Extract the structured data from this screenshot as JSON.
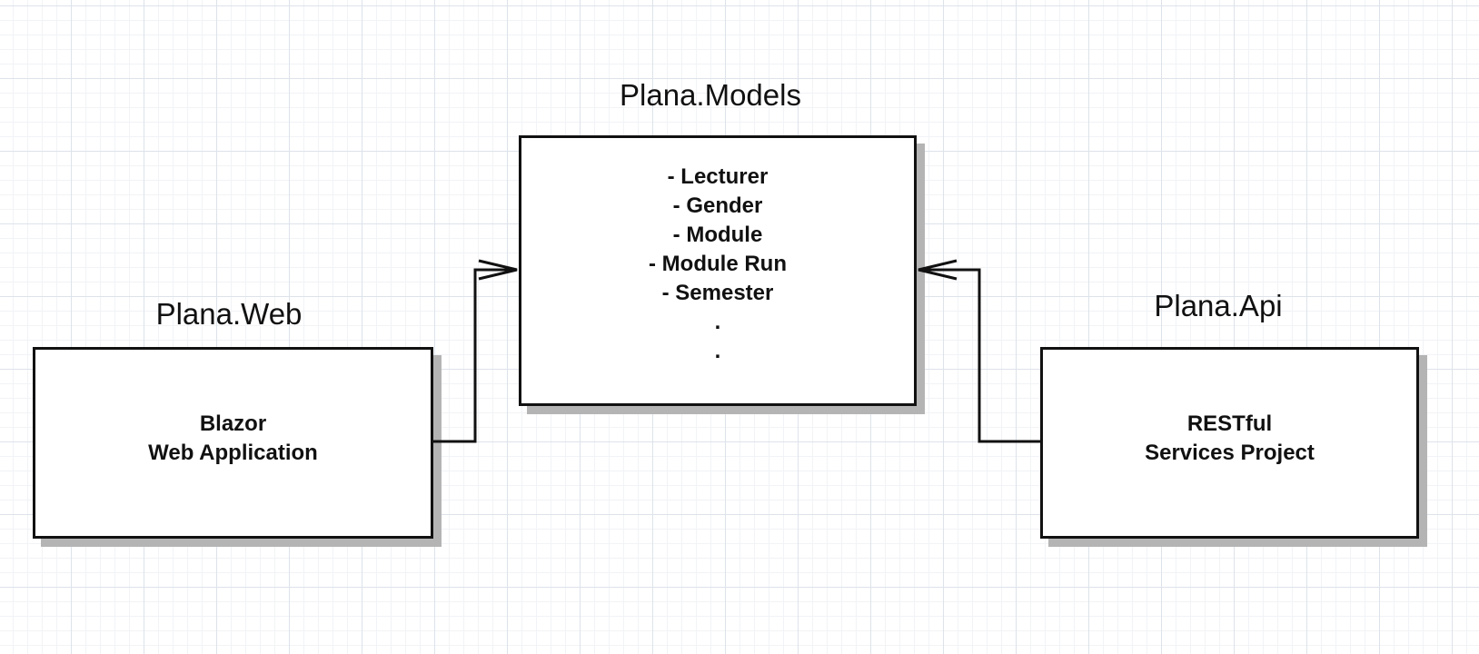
{
  "diagram": {
    "packages": [
      {
        "id": "models",
        "title": "Plana.Models",
        "lines": [
          "- Lecturer",
          "- Gender",
          "- Module",
          "- Module Run",
          "- Semester",
          ".",
          "."
        ]
      },
      {
        "id": "web",
        "title": "Plana.Web",
        "lines": [
          "Blazor",
          "Web Application"
        ]
      },
      {
        "id": "api",
        "title": "Plana.Api",
        "lines": [
          "RESTful",
          "Services Project"
        ]
      }
    ],
    "dependencies": [
      {
        "from": "web",
        "to": "models"
      },
      {
        "from": "api",
        "to": "models"
      }
    ],
    "colors": {
      "stroke": "#111111",
      "shadow": "#b4b4b4",
      "grid": "#dde3ea"
    }
  }
}
